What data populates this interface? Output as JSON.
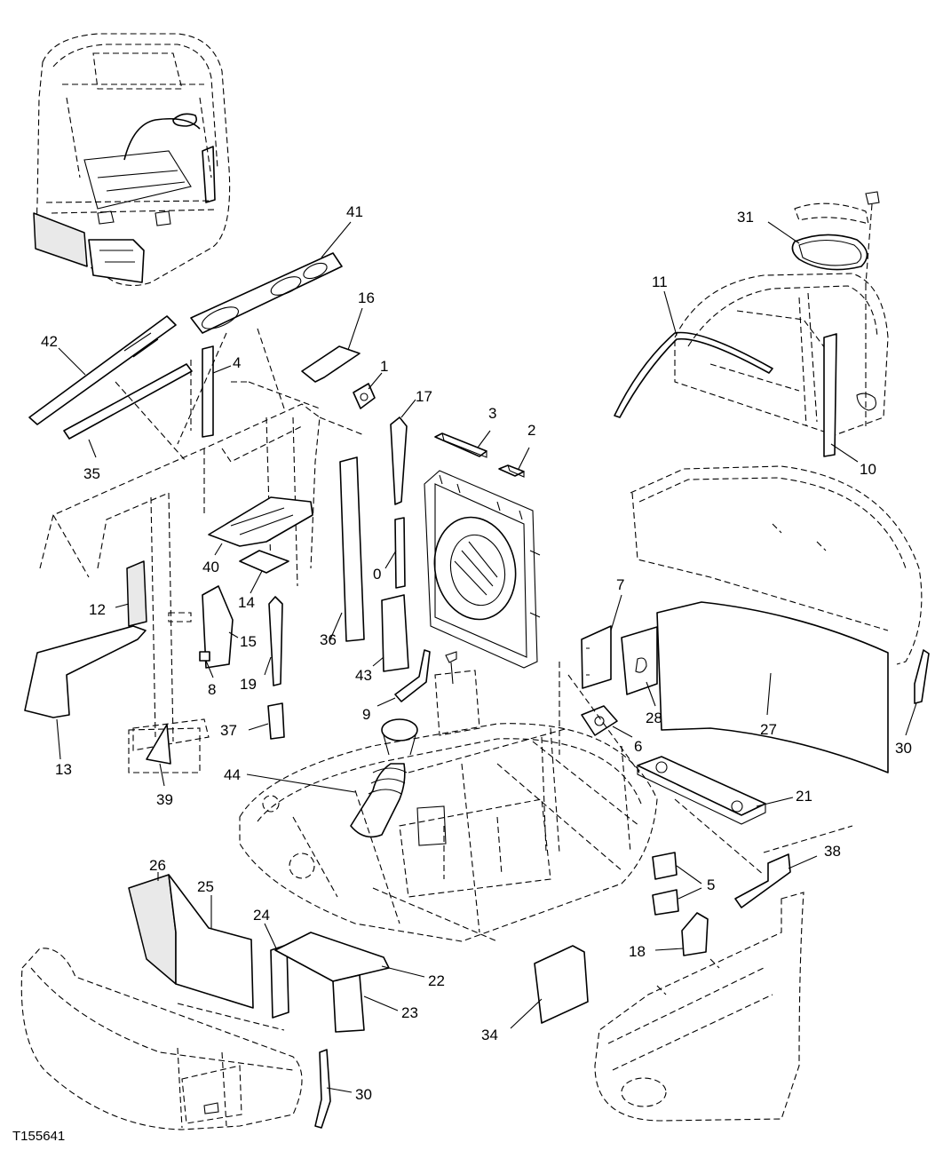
{
  "figure_id": "T155641",
  "callouts": {
    "c0": "0",
    "c1": "1",
    "c2": "2",
    "c3": "3",
    "c4": "4",
    "c5": "5",
    "c6": "6",
    "c7": "7",
    "c8": "8",
    "c9": "9",
    "c10": "10",
    "c11": "11",
    "c12": "12",
    "c13": "13",
    "c14": "14",
    "c15": "15",
    "c16": "16",
    "c17": "17",
    "c18": "18",
    "c19": "19",
    "c21": "21",
    "c22": "22",
    "c23": "23",
    "c24": "24",
    "c25": "25",
    "c26": "26",
    "c27": "27",
    "c28": "28",
    "c30a": "30",
    "c30b": "30",
    "c31": "31",
    "c34": "34",
    "c35": "35",
    "c36": "36",
    "c37": "37",
    "c38": "38",
    "c39": "39",
    "c40": "40",
    "c41": "41",
    "c42": "42",
    "c43": "43",
    "c44": "44"
  }
}
